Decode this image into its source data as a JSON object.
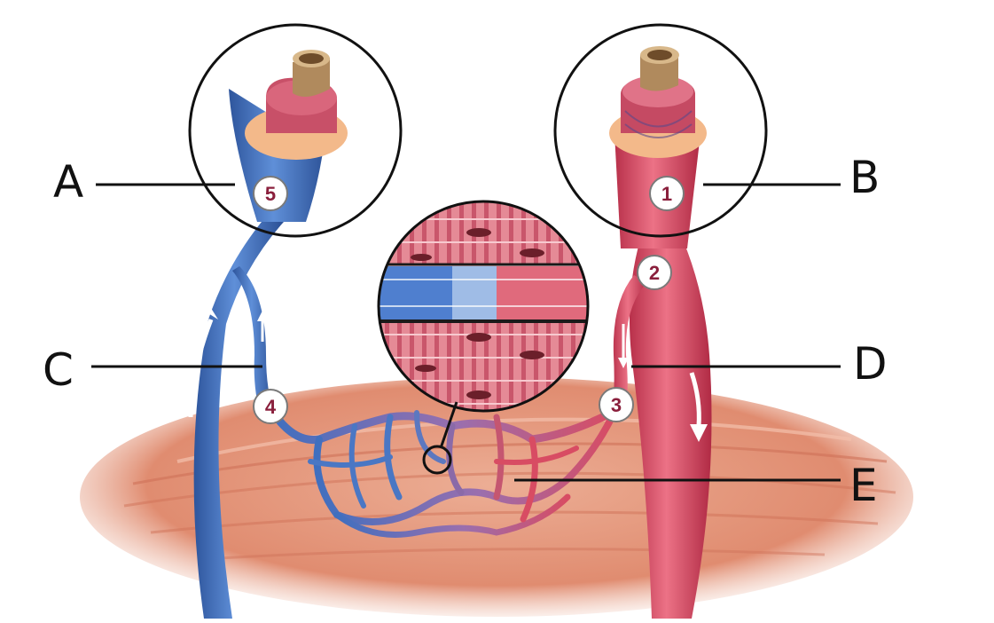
{
  "colors": {
    "vein": "#3f6fbf",
    "vein_dark": "#2a4f94",
    "artery": "#d84c63",
    "artery_dark": "#b32a45",
    "muscle": "#e79a7e",
    "muscle_dark": "#c9684f",
    "badge_text": "#8a1f3c",
    "leader": "#111111"
  },
  "labels": {
    "a": "A",
    "b": "B",
    "c": "C",
    "d": "D",
    "e": "E"
  },
  "markers": {
    "m1": "1",
    "m2": "2",
    "m3": "3",
    "m4": "4",
    "m5": "5"
  }
}
